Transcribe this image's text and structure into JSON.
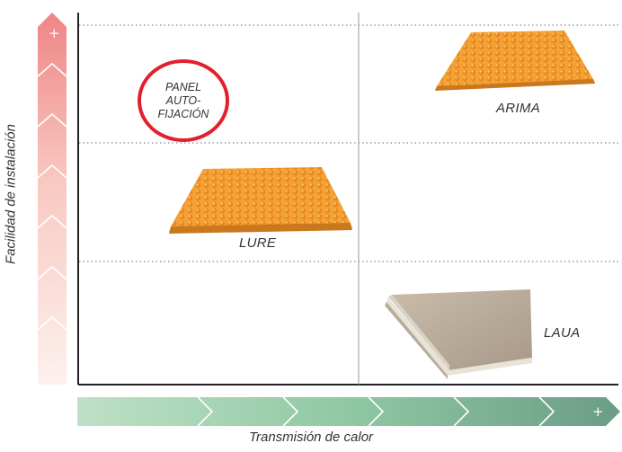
{
  "axes": {
    "x_title": "Transmisión de calor",
    "y_title": "Facilidad de instalación",
    "x_max_symbol": "+",
    "y_max_symbol": "+"
  },
  "badge": {
    "lines": [
      "PANEL",
      "AUTO-",
      "FIJACIÓN"
    ],
    "color": "#e2202c"
  },
  "products": {
    "arima": "ARIMA",
    "lure": "LURE",
    "laua": "LAUA"
  },
  "colors": {
    "y_gradient": [
      "#fde9e6",
      "#f0888a"
    ],
    "x_gradient": [
      "#b9dcc3",
      "#6a9e85"
    ],
    "panel_orange": "#f29a2e",
    "gridline": "#888888"
  }
}
